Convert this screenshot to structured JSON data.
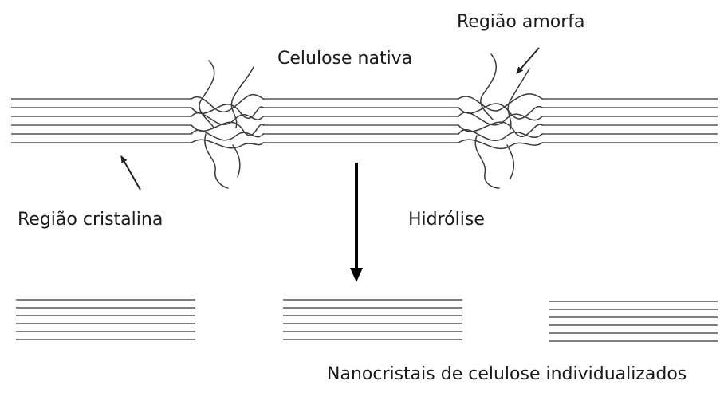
{
  "labels": {
    "native_cellulose": "Celulose nativa",
    "amorphous_region": "Região amorfa",
    "crystalline_region": "Região cristalina",
    "hydrolysis": "Hidrólise",
    "nanocrystals": "Nanocristais de celulose individualizados"
  },
  "colors": {
    "crystalline_lines": "#7f7f7f",
    "amorphous_chains": "#3a3a3a",
    "arrow": "#000000",
    "text": "#1a1a1a"
  }
}
